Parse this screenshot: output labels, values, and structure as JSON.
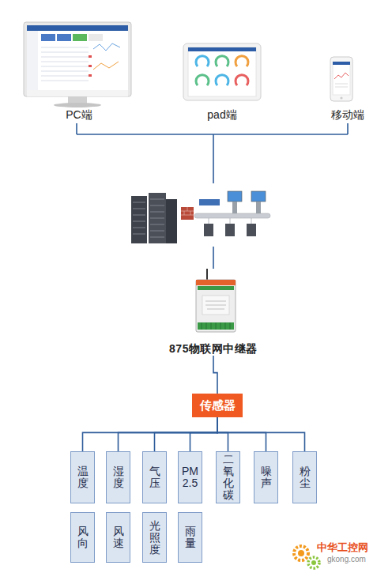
{
  "diagram": {
    "nodes": [
      {
        "text": [
          "PC端"
        ]
      },
      {
        "text": [
          "pad端"
        ]
      },
      {
        "text": [
          "移动端"
        ]
      },
      {
        "text": [
          "875物联网中继器"
        ]
      },
      {
        "text": [
          "传感器"
        ]
      },
      {
        "text": [
          "温度"
        ]
      },
      {
        "text": [
          "湿度"
        ]
      },
      {
        "text": [
          "气压"
        ]
      },
      {
        "text": [
          "PM 2.5"
        ]
      },
      {
        "text": [
          "二氧化碳"
        ]
      },
      {
        "text": [
          "噪声"
        ]
      },
      {
        "text": [
          "粉尘"
        ]
      },
      {
        "text": [
          "风向"
        ]
      },
      {
        "text": [
          "风速"
        ]
      },
      {
        "text": [
          "光照度"
        ]
      },
      {
        "text": [
          "雨量"
        ]
      }
    ],
    "edges": [
      {
        "from": 3,
        "to": 4,
        "arrow": "none"
      },
      {
        "from": 4,
        "to": 5,
        "arrow": "none"
      },
      {
        "from": 4,
        "to": 6,
        "arrow": "none"
      },
      {
        "from": 4,
        "to": 7,
        "arrow": "none"
      },
      {
        "from": 4,
        "to": 8,
        "arrow": "none"
      },
      {
        "from": 4,
        "to": 9,
        "arrow": "none"
      },
      {
        "from": 4,
        "to": 10,
        "arrow": "none"
      },
      {
        "from": 4,
        "to": 11,
        "arrow": "none"
      }
    ],
    "labels": [
      "中华工控网",
      "gkong.com"
    ]
  }
}
